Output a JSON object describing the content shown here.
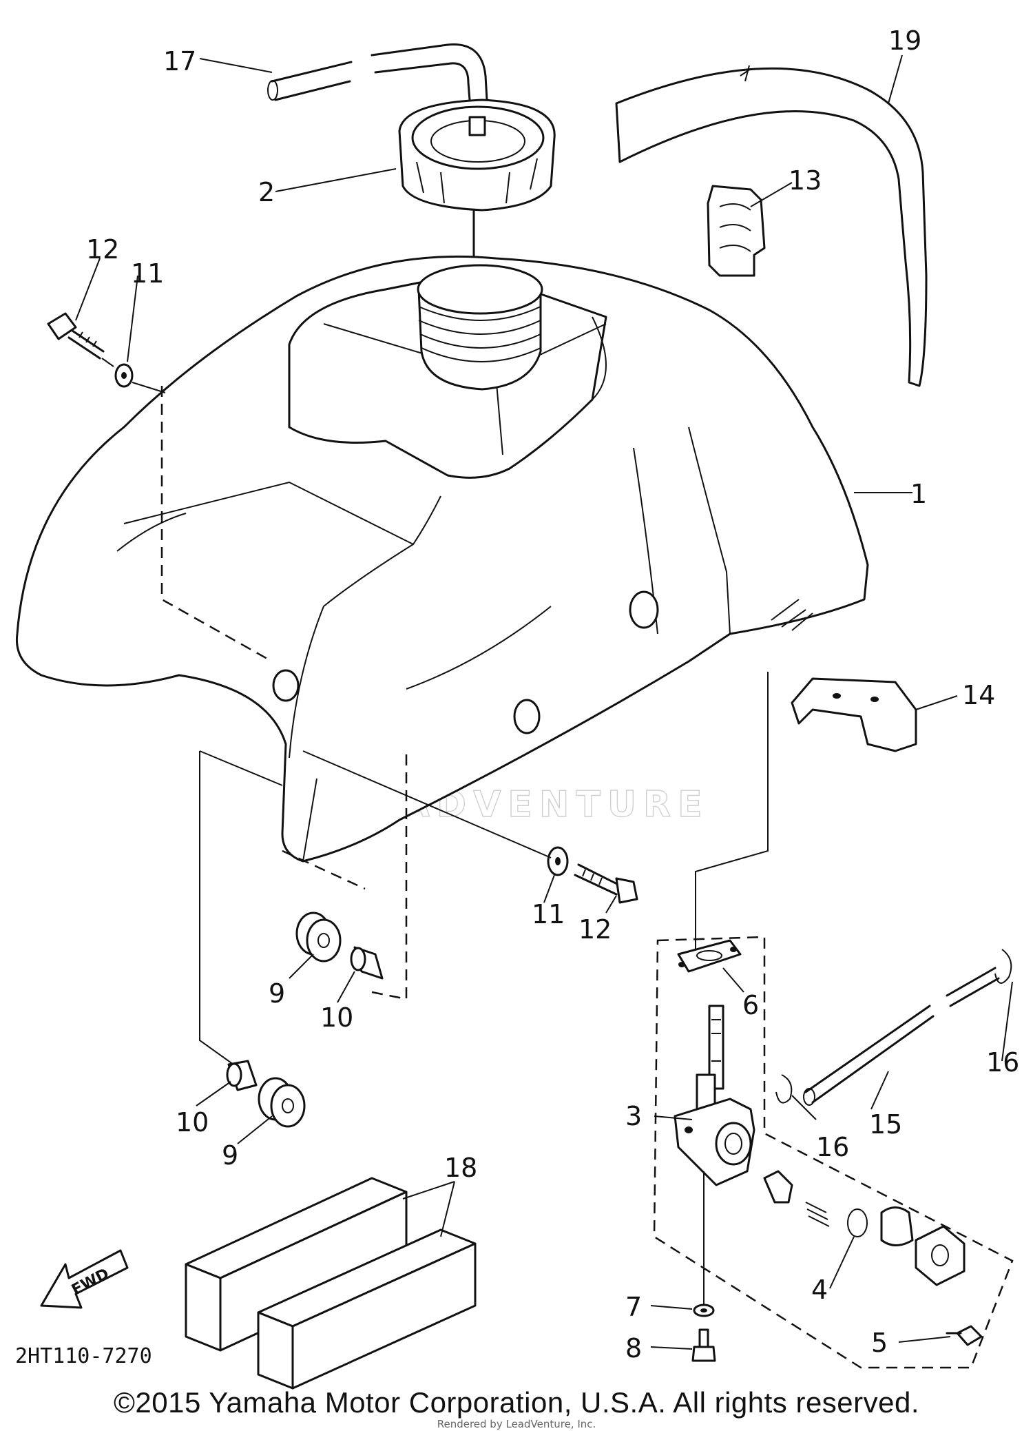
{
  "diagram": {
    "labels": {
      "p1": "1",
      "p2": "2",
      "p3": "3",
      "p4": "4",
      "p5": "5",
      "p6": "6",
      "p7": "7",
      "p8": "8",
      "p9a": "9",
      "p9b": "9",
      "p10a": "10",
      "p10b": "10",
      "p11a": "11",
      "p11b": "11",
      "p12a": "12",
      "p12b": "12",
      "p13": "13",
      "p14": "14",
      "p15": "15",
      "p16a": "16",
      "p16b": "16",
      "p17": "17",
      "p18": "18",
      "p19": "19"
    },
    "fwd_label": "FWD",
    "diagram_code": "2HT110-7270",
    "watermark": "LEADVENTURE"
  },
  "footer": {
    "copyright": "©2015 Yamaha Motor Corporation, U.S.A. All rights reserved.",
    "rendered_by": "Rendered by LeadVenture, Inc."
  }
}
